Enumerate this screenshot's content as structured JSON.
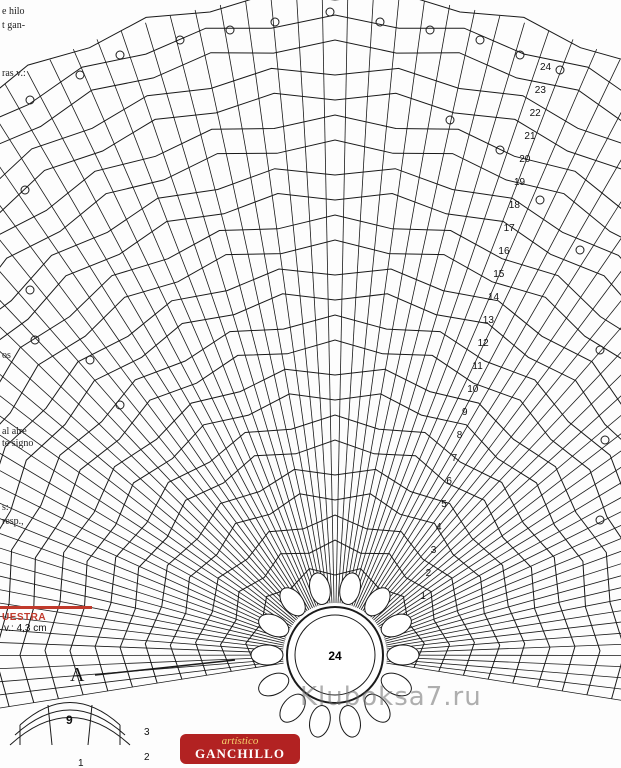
{
  "page": {
    "background": "#fdfdfd",
    "line_color": "#1a1a1a",
    "brand_color": "#b22222"
  },
  "left_text": [
    "e hilo",
    "t gan-",
    "ras v.:",
    "os",
    "al aire",
    "te signo",
    "s:",
    "resp.,"
  ],
  "muestra": {
    "title": "UESTRA",
    "value": "v.: 4,3 cm"
  },
  "round_labels": [
    "24",
    "23",
    "22",
    "21",
    "20",
    "19",
    "18",
    "17",
    "16",
    "15",
    "14",
    "13",
    "12",
    "11",
    "10",
    "9",
    "8",
    "7",
    "6",
    "5",
    "4",
    "3",
    "2",
    "1"
  ],
  "center_label": "24",
  "sub_diagram": {
    "label": "A",
    "row_labels": [
      "3",
      "2",
      "1"
    ],
    "center_mark": "9"
  },
  "brand": {
    "top": "artístico",
    "bottom": "GANCHILLO"
  },
  "watermark": "Kluboksa7.ru"
}
